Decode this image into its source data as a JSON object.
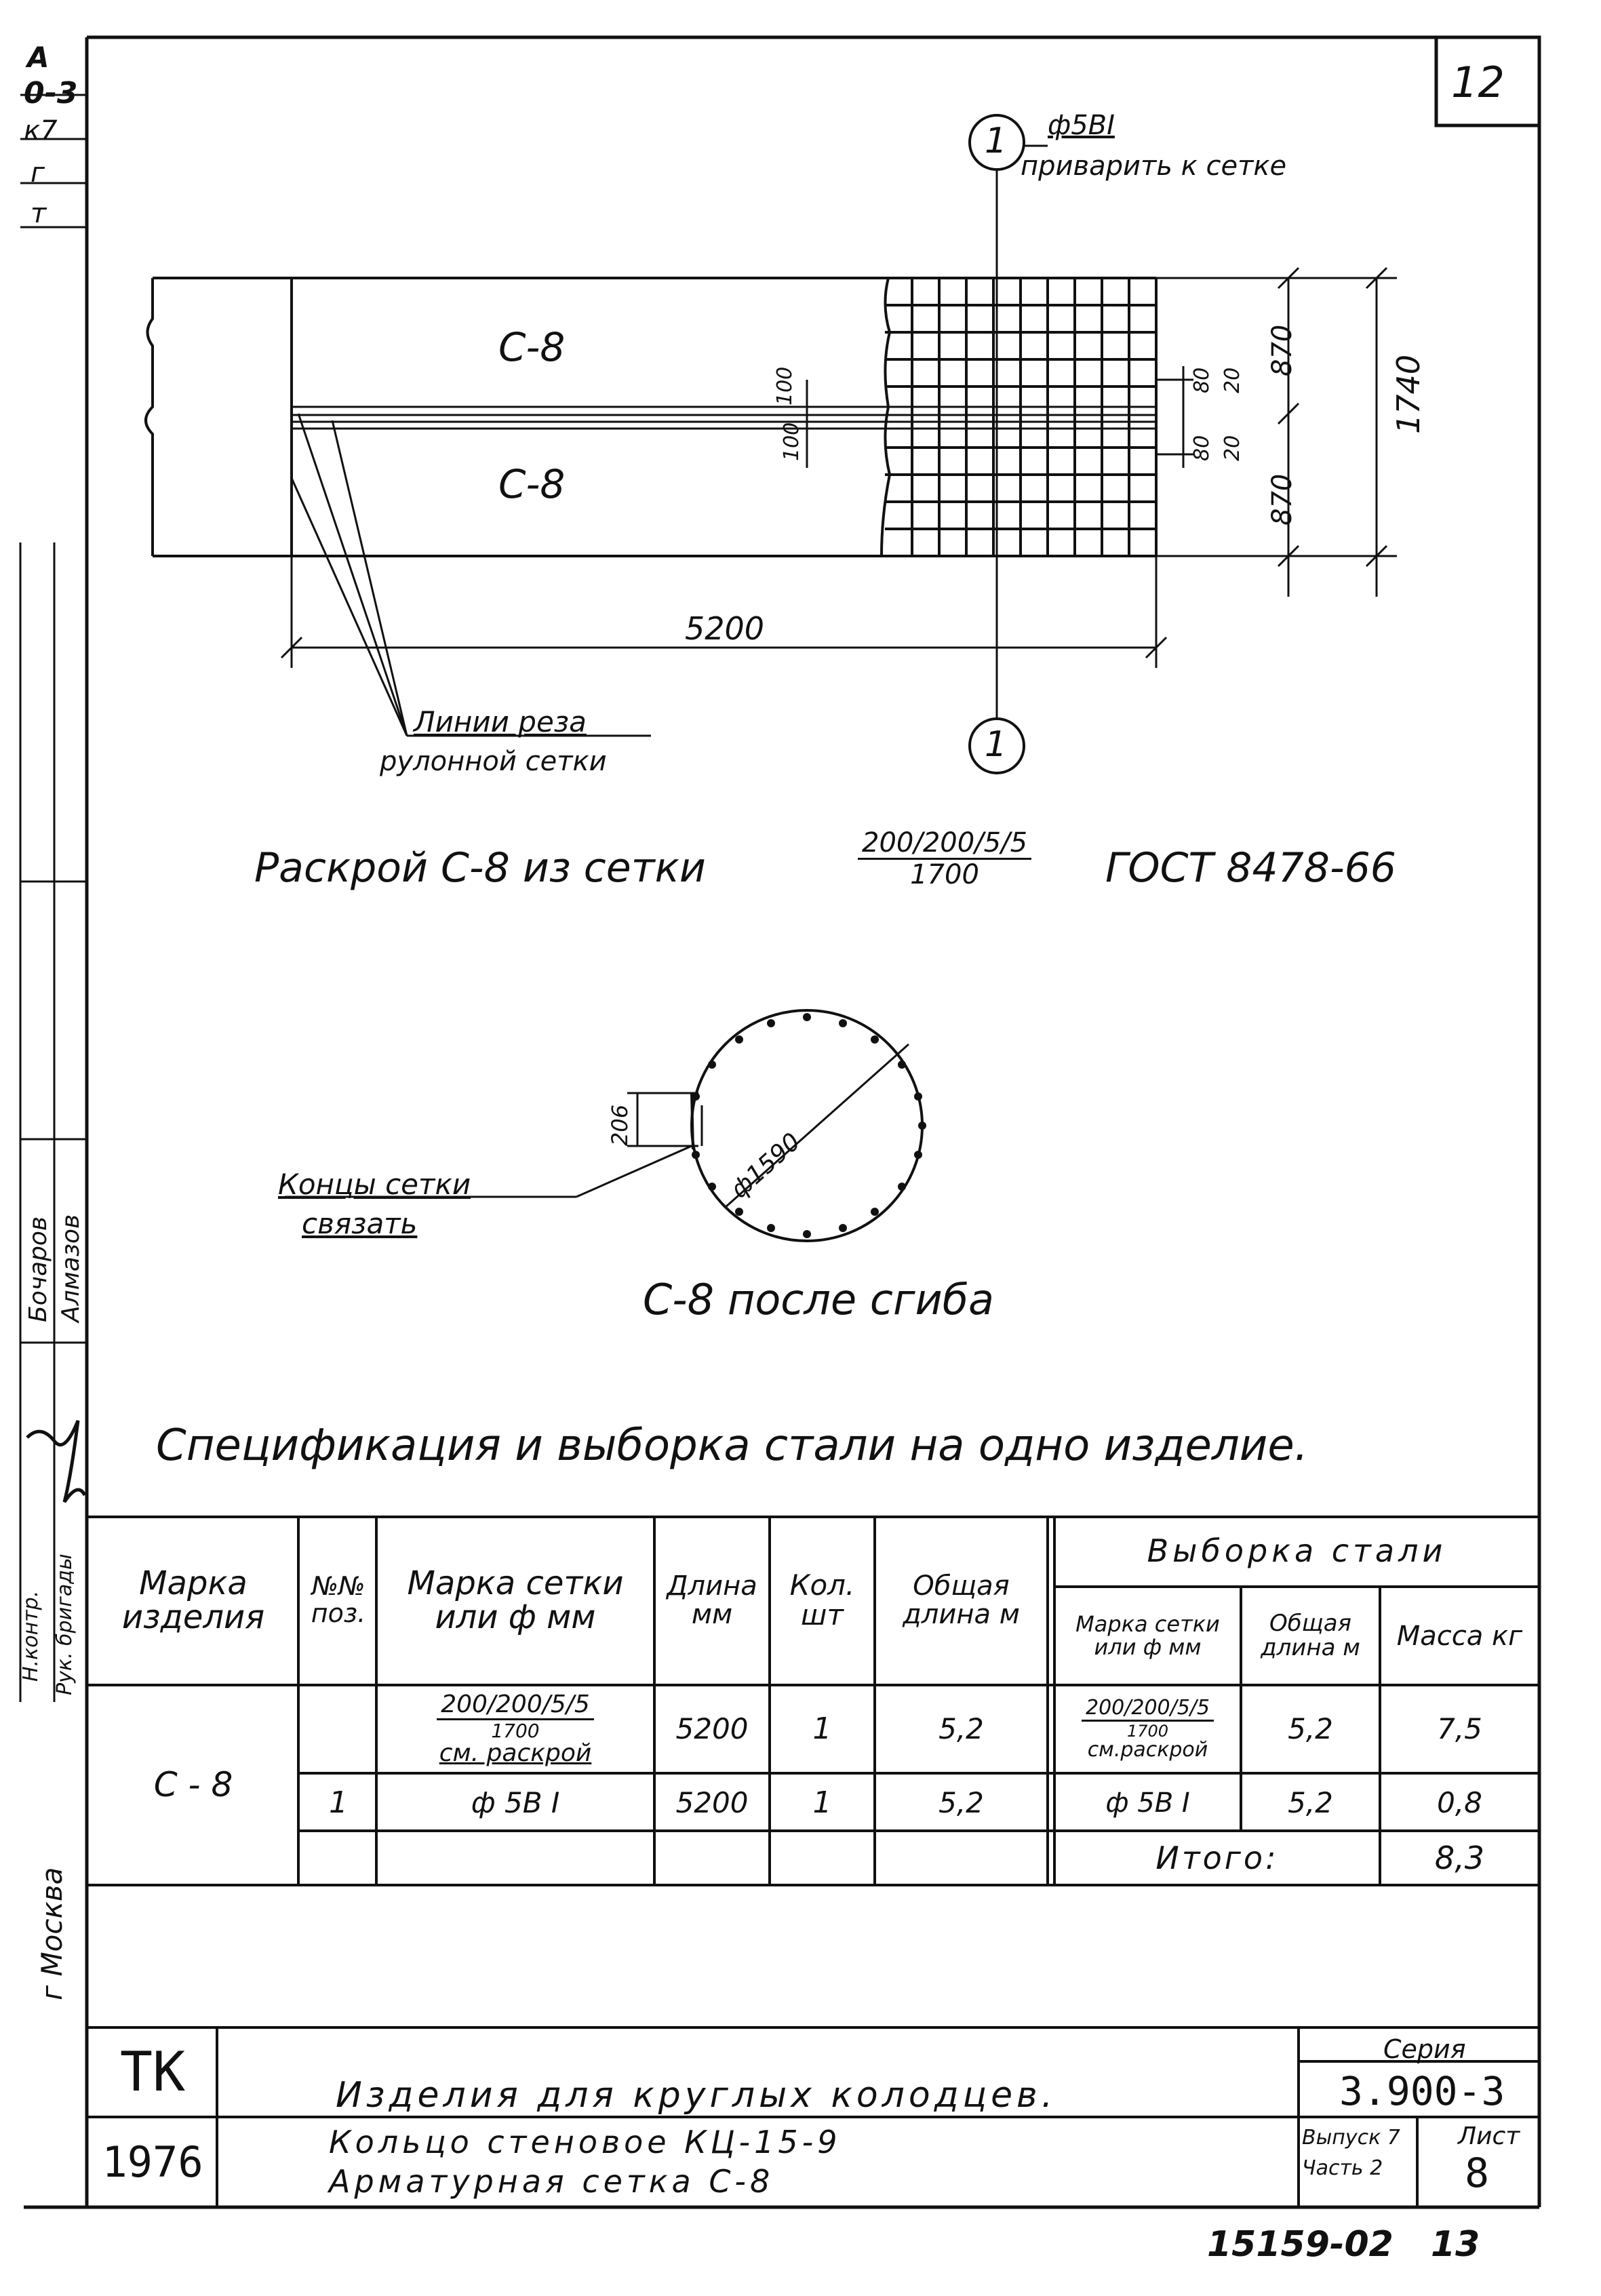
{
  "page_number": "12",
  "left_margin": {
    "codes": [
      "A",
      "0-3",
      "к7",
      "г",
      "т"
    ],
    "roles": [
      "Н.контр.",
      "Рук. бригады"
    ],
    "names": [
      "Бочаров",
      "Алмазов"
    ],
    "city": "г Москва"
  },
  "plan": {
    "label_upper": "С-8",
    "label_lower": "С-8",
    "callout_bar": "ф5ВI",
    "callout_note": "приварить к сетке",
    "section_mark": "1",
    "dim_total_width": "5200",
    "dim_total_height": "1740",
    "dim_half_upper": "870",
    "dim_half_lower": "870",
    "dim_gap_80_top": "80",
    "dim_gap_20_top": "20",
    "dim_gap_80_bottom": "80",
    "dim_gap_20_bottom": "20",
    "dim_100_a": "100",
    "dim_100_b": "100",
    "cut_line_label_1": "Линии реза",
    "cut_line_label_2": "рулонной сетки"
  },
  "cutting_title": {
    "prefix": "Раскрой С-8 из сетки",
    "frac_num": "200/200/5/5",
    "frac_den": "1700",
    "standard": "ГОСТ 8478-66"
  },
  "ring": {
    "dim_diameter": "ф1590",
    "dim_overlap": "206",
    "ends_label_1": "Концы сетки",
    "ends_label_2": "связать",
    "title": "С-8 после сгиба"
  },
  "spec_title": "Спецификация и выборка стали на одно изделие.",
  "spec_table": {
    "headers": {
      "product_mark": "Марка изделия",
      "position": "№№ поз.",
      "mesh_mark": "Марка сетки или ф мм",
      "length": "Длина мм",
      "count": "Кол. шт",
      "total_length": "Общая длина м",
      "selection": "Выборка стали",
      "sel_mark": "Марка сетки или ф мм",
      "sel_length": "Общая длина м",
      "sel_mass": "Масса кг"
    },
    "product": "С - 8",
    "rows": [
      {
        "position": "",
        "mesh_num": "200/200/5/5",
        "mesh_den": "1700",
        "mesh_note": "см. раскрой",
        "length": "5200",
        "count": "1",
        "total_length": "5,2",
        "sel_num": "200/200/5/5",
        "sel_den": "1700",
        "sel_note": "см.раскрой",
        "sel_length": "5,2",
        "sel_mass": "7,5"
      },
      {
        "position": "1",
        "mesh": "ф 5В I",
        "length": "5200",
        "count": "1",
        "total_length": "5,2",
        "sel_mark": "ф 5В I",
        "sel_length": "5,2",
        "sel_mass": "0,8"
      }
    ],
    "total_label": "Итого:",
    "total_value": "8,3"
  },
  "title_block": {
    "org": "ТК",
    "year": "1976",
    "title_line_1": "Изделия для круглых колодцев.",
    "title_line_2": "Кольцо стеновое КЦ-15-9",
    "title_line_3": "Арматурная сетка С-8",
    "series_label": "Серия",
    "series_value": "3.900-3",
    "issue_label": "Выпуск 7",
    "part_label": "Часть 2",
    "sheet_label": "Лист",
    "sheet_value": "8"
  },
  "footer": {
    "doc_number": "15159-02",
    "page": "13"
  }
}
